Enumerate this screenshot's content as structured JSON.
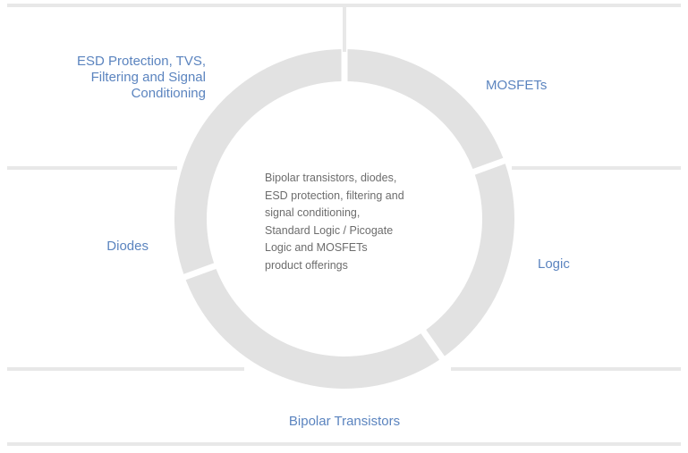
{
  "diagram": {
    "type": "donut-segments",
    "ring_color": "#e2e2e2",
    "connector_color": "#e8e8e8",
    "label_color": "#5b84bf",
    "body_text_color": "#6d6d6d",
    "center_text": "Bipolar transistors, diodes,\nESD protection, filtering and\nsignal conditioning,\nStandard Logic / Picogate\nLogic and MOSFETs\nproduct offerings",
    "segments": [
      {
        "id": "esd",
        "label": "ESD Protection, TVS,\nFiltering and Signal\nConditioning",
        "position": "upper-left"
      },
      {
        "id": "mosfets",
        "label": "MOSFETs",
        "position": "upper-right"
      },
      {
        "id": "diodes",
        "label": "Diodes",
        "position": "left"
      },
      {
        "id": "logic",
        "label": "Logic",
        "position": "right"
      },
      {
        "id": "bipolar",
        "label": "Bipolar Transistors",
        "position": "bottom"
      }
    ]
  }
}
